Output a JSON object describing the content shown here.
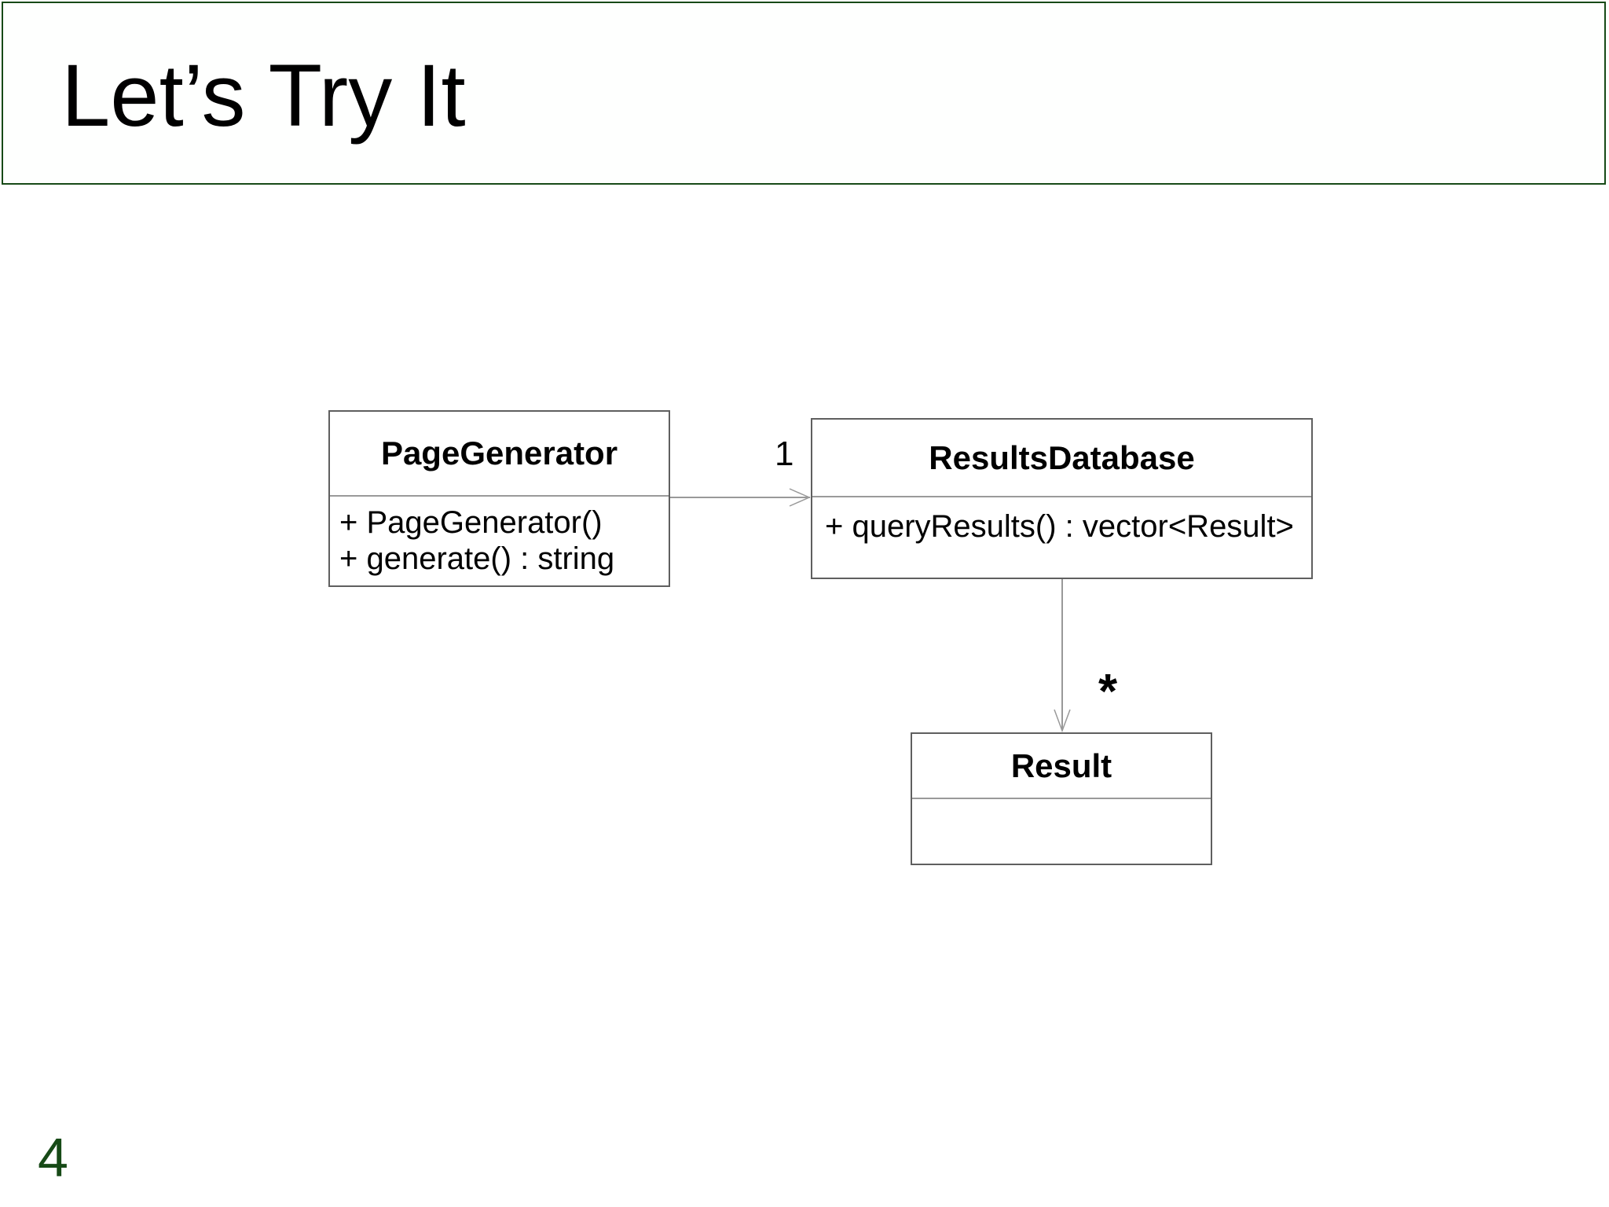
{
  "slide": {
    "title": "Let’s Try It",
    "page_number": "4"
  },
  "colors": {
    "accent_green": "#174a17",
    "connector_gray": "#999999",
    "box_border_gray": "#5f5f5f"
  },
  "diagram": {
    "type": "uml-class-diagram",
    "classes": [
      {
        "name": "PageGenerator",
        "methods": [
          "+ PageGenerator()",
          "+ generate() : string"
        ]
      },
      {
        "name": "ResultsDatabase",
        "methods": [
          "+ queryResults() : vector<Result>"
        ]
      },
      {
        "name": "Result",
        "methods": []
      }
    ],
    "associations": [
      {
        "from": "PageGenerator",
        "to": "ResultsDatabase",
        "multiplicity": "1",
        "arrowhead": "open"
      },
      {
        "from": "ResultsDatabase",
        "to": "Result",
        "multiplicity": "*",
        "arrowhead": "open"
      }
    ]
  }
}
